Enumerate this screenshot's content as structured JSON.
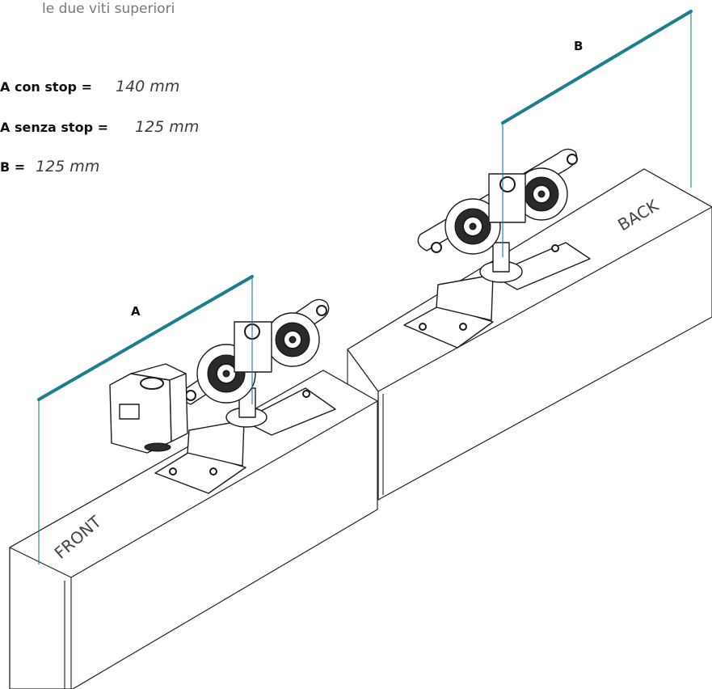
{
  "caption_fragment": "le due viti superiori",
  "specs": [
    {
      "label": "A con stop =",
      "value": "140 mm"
    },
    {
      "label": "A senza stop =",
      "value": "125 mm"
    },
    {
      "label": "B =",
      "value": "125 mm"
    }
  ],
  "dimensions": {
    "a_label": "A",
    "b_label": "B"
  },
  "faces": {
    "front": "FRONT",
    "back": "BACK"
  },
  "colors": {
    "dimension_line": "#1a7f8e",
    "outline": "#222222"
  }
}
